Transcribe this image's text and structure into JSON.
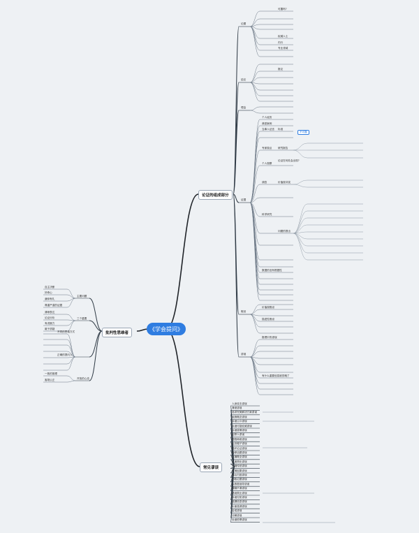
{
  "root": "《学会提问》",
  "branches": {
    "argument": "论证的组成部分",
    "critical": "批判性思维者",
    "fallacy": "常见谬误"
  },
  "highlight": "不可靠",
  "argument_nodes": [
    "论题",
    "结论",
    "理由",
    "证据",
    "假设",
    "谬误",
    "个人经历",
    "典型案例",
    "当事人证言",
    "专家观点",
    "个人观察",
    "调查",
    "科学研究",
    "数据的没有根据性",
    "价值观假设",
    "描述性假设",
    "推理中的谬误",
    "有什么重要信息被忽略了",
    "权威人士",
    "内行",
    "专业领域",
    "标准",
    "研究报告",
    "论证在何处会出现?",
    "价值观冲突",
    "问题的提出",
    "可靠吗?",
    "推论"
  ],
  "critical_nodes": [
    "主要问题",
    "三个重要",
    "不同的思维方式",
    "正确的提问人",
    "开放的心态",
    "自主决断",
    "好奇心",
    "谦恭有礼",
    "尊重严谨的证据",
    "清晰表达",
    "论证分析",
    "有说服力",
    "敢于质疑",
    "一致的推理",
    "客观公正"
  ],
  "fallacy_nodes": [
    "人身攻击谬误",
    "滑坡谬误",
    "追求完美解决方案谬误",
    "偷换概念谬误",
    "诉诸公众谬误",
    "诉诸可疑权威谬误",
    "诉诸感情谬误",
    "稻草人谬误",
    "虚假两难谬误",
    "乱扣帽子谬误",
    "循环论证谬误",
    "转移话题谬误",
    "以偏概全谬误",
    "过度简化谬误",
    "诉诸传统谬误",
    "混淆因果谬误",
    "事后归因谬误",
    "窃取论题谬误",
    "以数据误导谬误",
    "模糊不清谬误",
    "错误类比谬误",
    "诉诸无知谬误",
    "遗漏信息谬误",
    "片面强调谬误",
    "合成谬误",
    "分解谬误",
    "诉诸恐惧谬误"
  ]
}
